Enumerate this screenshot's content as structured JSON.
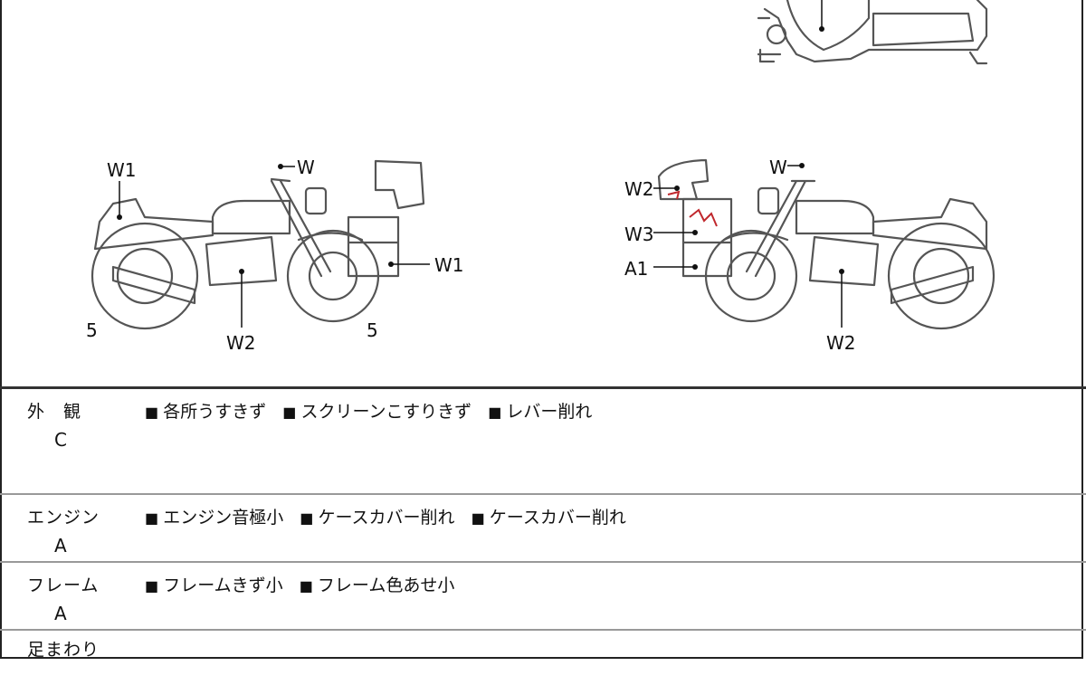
{
  "diagram": {
    "left_bike": {
      "labels": [
        "W1",
        "W",
        "W1",
        "W2",
        "5",
        "5"
      ]
    },
    "right_bike": {
      "labels": [
        "W",
        "W2",
        "W3",
        "A1",
        "W2"
      ]
    },
    "marker_color": "#c0282d"
  },
  "rows": [
    {
      "category": "外　観",
      "grade": "C",
      "notes": [
        "各所うすきず",
        "スクリーンこすりきず",
        "レバー削れ"
      ]
    },
    {
      "category": "エンジン",
      "grade": "A",
      "notes": [
        "エンジン音極小",
        "ケースカバー削れ",
        "ケースカバー削れ"
      ]
    },
    {
      "category": "フレーム",
      "grade": "A",
      "notes": [
        "フレームきず小",
        "フレーム色あせ小"
      ]
    },
    {
      "category": "足まわり"
    }
  ]
}
